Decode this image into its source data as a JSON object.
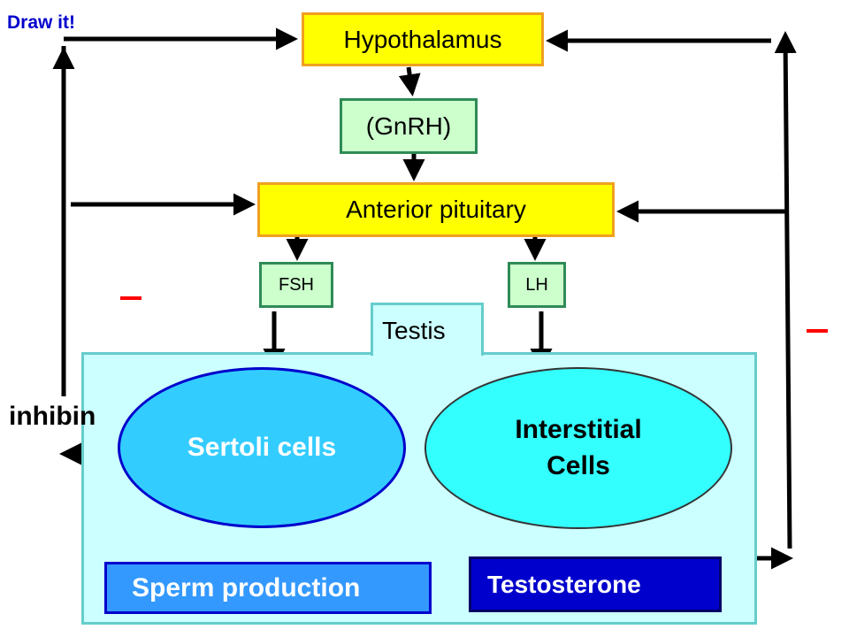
{
  "corner_note": "Draw it!",
  "nodes": {
    "hypothalamus": "Hypothalamus",
    "gnrh": "(GnRH)",
    "anterior_pituitary": "Anterior pituitary",
    "fsh": "FSH",
    "lh": "LH",
    "testis": "Testis",
    "sertoli_cells": "Sertoli cells",
    "interstitial_line1": "Interstitial",
    "interstitial_line2": "Cells",
    "sperm_production": "Sperm production",
    "testosterone": "Testosterone"
  },
  "inhibin_label": "inhibin",
  "feedback_signs": [
    "–",
    "–"
  ],
  "colors": {
    "hormone_box": "#ccffcc",
    "gland_box": "#ffff00",
    "testis_bg": "#ccffff",
    "sertoli": "#33ccff",
    "interstitial": "#33ffff",
    "increase_arrow": "#ff0000",
    "testosterone_to_sertoli_arrow": "#0000cc"
  }
}
